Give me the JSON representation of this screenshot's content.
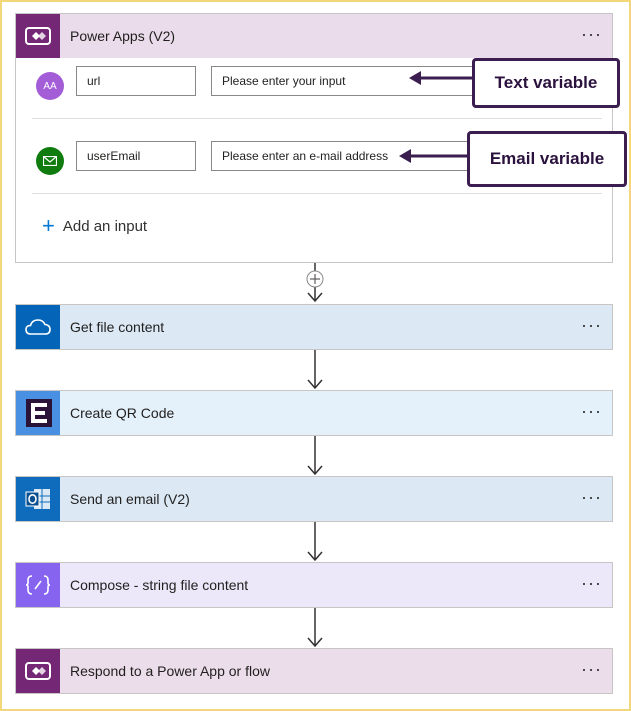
{
  "trigger": {
    "title": "Power Apps (V2)",
    "more_label": "···",
    "inputs": [
      {
        "name": "url",
        "placeholder": "Please enter your input",
        "icon": "text-type-icon",
        "avatar_text": "AA",
        "color": "#a35dd6"
      },
      {
        "name": "userEmail",
        "placeholder": "Please enter an e-mail address",
        "icon": "email-icon",
        "color": "#107c10"
      }
    ],
    "add_input_label": "Add an input",
    "add_input_icon": "plus-icon",
    "color": "#742774"
  },
  "callouts": {
    "text": "Text variable",
    "email": "Email variable"
  },
  "steps": [
    {
      "title": "Get file content",
      "icon": "onedrive-icon",
      "icon_bg": "#0364b8",
      "bg": "#dce9f5",
      "more_label": "···"
    },
    {
      "title": "Create QR Code",
      "icon": "qr-code-service-icon",
      "icon_bg": "#4a90e2",
      "bg": "#e4f0fa",
      "more_label": "···"
    },
    {
      "title": "Send an email (V2)",
      "icon": "outlook-icon",
      "icon_bg": "#0f6cbd",
      "bg": "#dce9f5",
      "more_label": "···"
    },
    {
      "title": "Compose - string file content",
      "icon": "compose-icon",
      "icon_bg": "#8764f0",
      "bg": "#ede8f9",
      "more_label": "···"
    },
    {
      "title": "Respond to a Power App or flow",
      "icon": "power-apps-icon",
      "icon_bg": "#742774",
      "bg": "#ebdde9",
      "more_label": "···"
    }
  ]
}
